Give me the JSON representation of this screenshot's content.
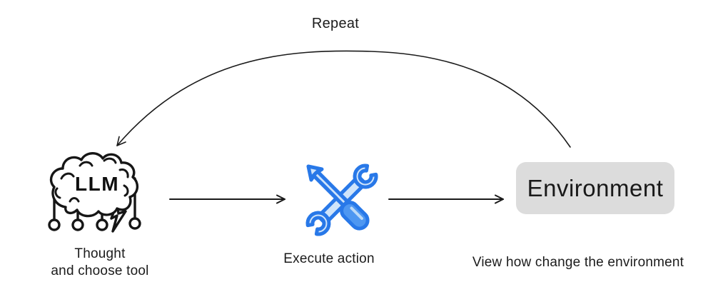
{
  "diagram": {
    "repeat_label": "Repeat",
    "nodes": {
      "llm": {
        "icon": "brain-circuit-icon",
        "icon_text": "LLM",
        "caption_line1": "Thought",
        "caption_line2": "and choose tool"
      },
      "tools": {
        "icon": "wrench-screwdriver-icon",
        "caption": "Execute action"
      },
      "environment": {
        "label": "Environment",
        "caption": "View how change the environment"
      }
    },
    "colors": {
      "line": "#1a1a1a",
      "accent_blue": "#2878e8",
      "tool_fill_light": "#cfe4fa",
      "tool_fill_medium": "#4e97f1",
      "environment_box": "#dcdcdc",
      "background": "#ffffff"
    }
  }
}
